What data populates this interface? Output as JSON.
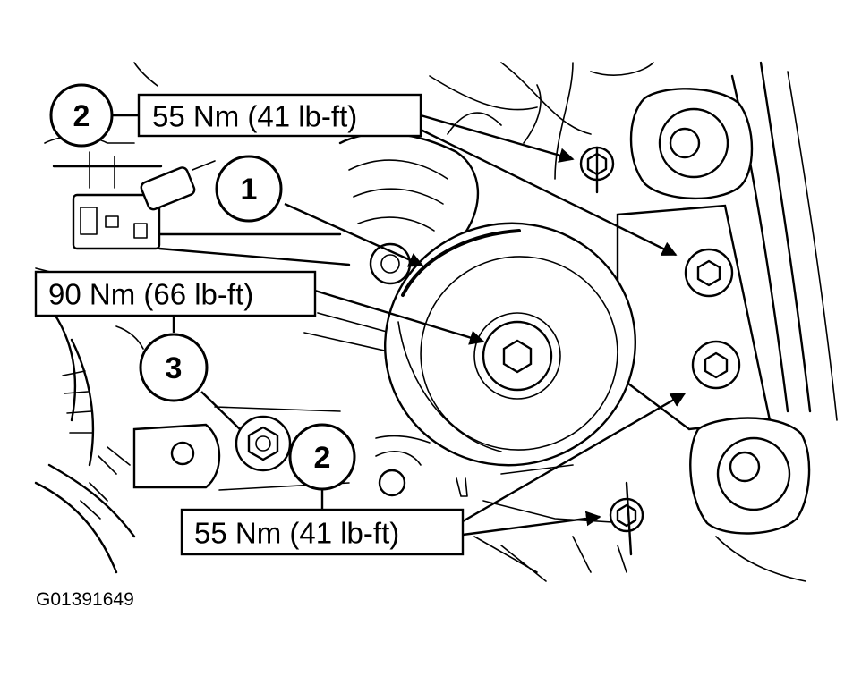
{
  "callouts": {
    "c1": "1",
    "c2_top": "2",
    "c3": "3",
    "c2_bottom": "2"
  },
  "torque_labels": {
    "top": "55 Nm (41 lb-ft)",
    "middle": "90 Nm (66 lb-ft)",
    "bottom": "55 Nm (41 lb-ft)"
  },
  "figure_code": "G01391649"
}
